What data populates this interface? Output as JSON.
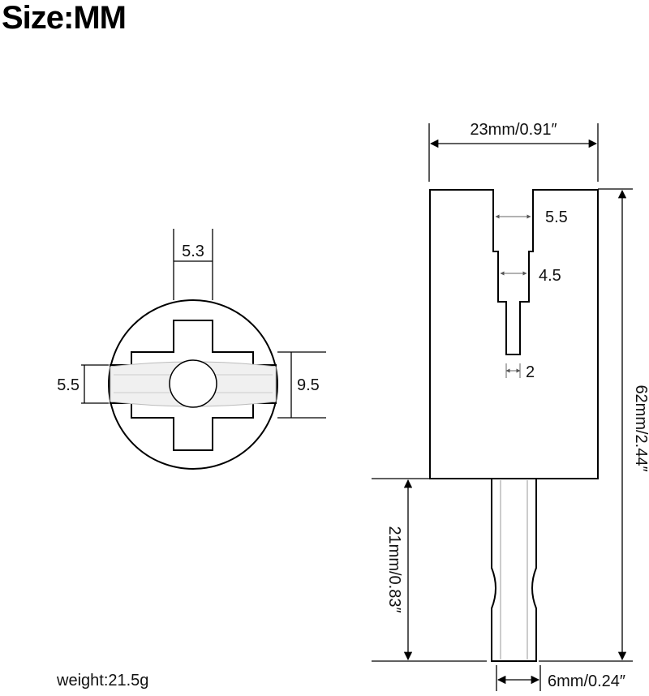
{
  "title": "Size:MM",
  "weight_label": "weight:21.5g",
  "front_view": {
    "slot_top_width": "5.3",
    "slot_height_left": "5.5",
    "slot_height_right": "9.5"
  },
  "side_view": {
    "top_width": "23mm/0.91″",
    "slot_width_1": "5.5",
    "slot_width_2": "4.5",
    "slot_width_3": "2",
    "total_height": "62mm/2.44″",
    "shaft_length": "21mm/0.83″",
    "shaft_width": "6mm/0.24″"
  }
}
